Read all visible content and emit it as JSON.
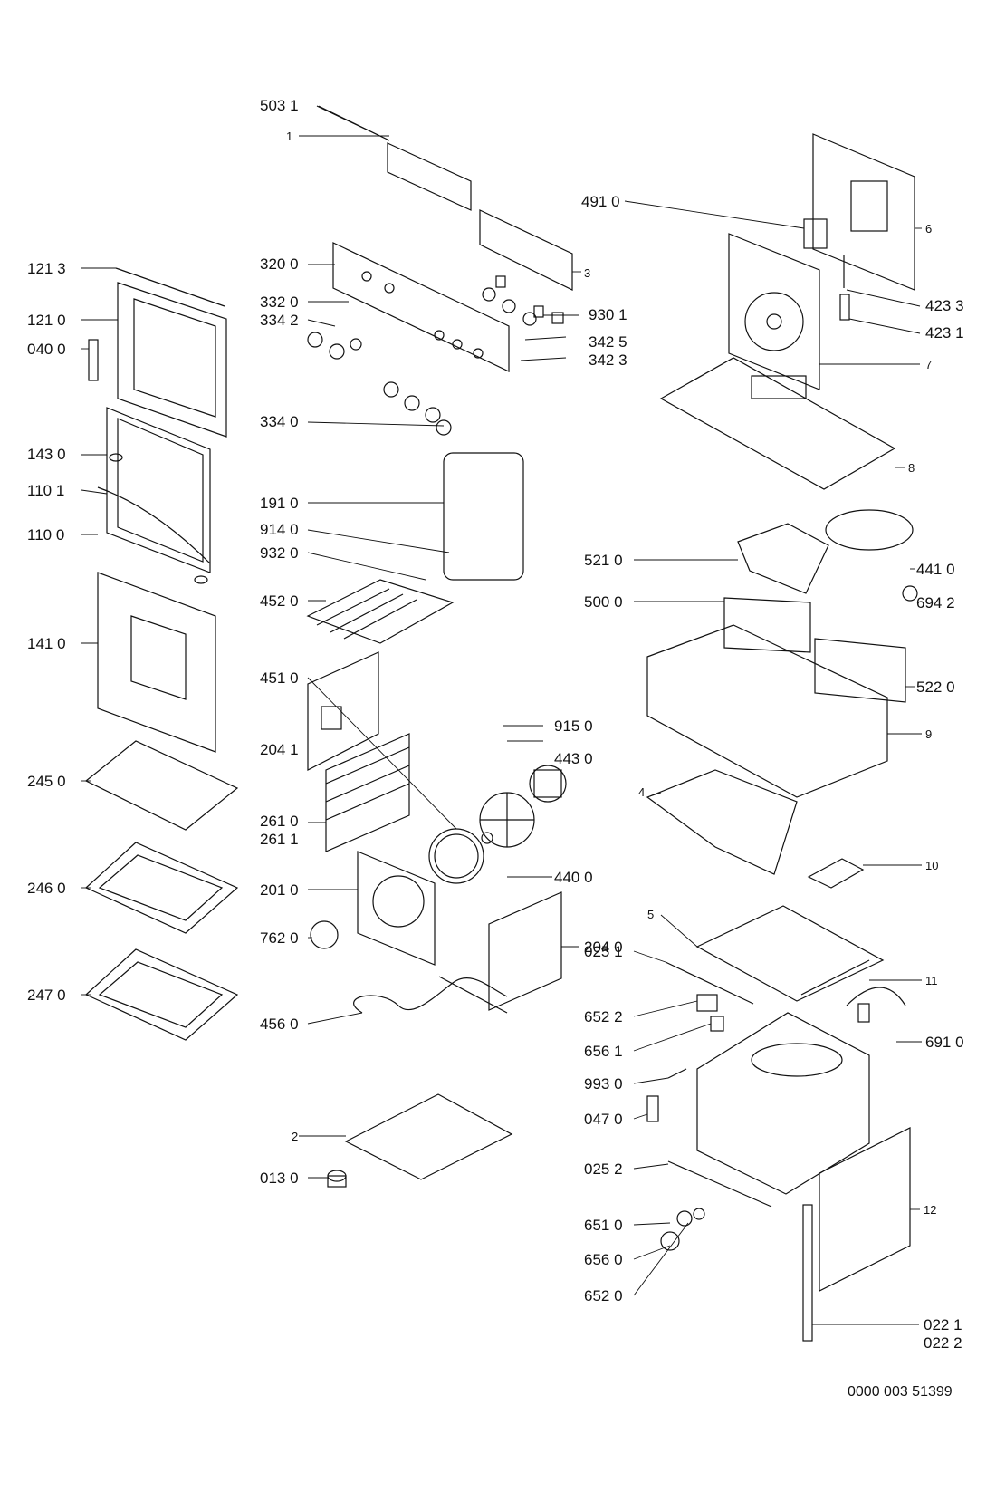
{
  "drawing_code": "0000 003 51399",
  "labels": {
    "l5031": "503 1",
    "l1": "1",
    "l3200": "320 0",
    "l3": "3",
    "l3320": "332 0",
    "l3342": "334 2",
    "l9301": "930 1",
    "l3425": "342 5",
    "l3423": "342 3",
    "l3340": "334 0",
    "l1213": "121 3",
    "l1210": "121 0",
    "l0400": "040 0",
    "l1430": "143 0",
    "l1101": "110 1",
    "l1100": "110 0",
    "l1410": "141 0",
    "l2450": "245 0",
    "l2460": "246 0",
    "l2470": "247 0",
    "l1910": "191 0",
    "l9140": "914 0",
    "l9320": "932 0",
    "l4520": "452 0",
    "l4510": "451 0",
    "l2041": "204 1",
    "l2610": "261 0",
    "l2611": "261 1",
    "l2010": "201 0",
    "l7620": "762 0",
    "l4560": "456 0",
    "l2": "2",
    "l0130": "013 0",
    "l9150": "915 0",
    "l4430": "443 0",
    "l4400": "440 0",
    "l2040": "204 0",
    "l4910": "491 0",
    "l6": "6",
    "l4233": "423 3",
    "l4231": "423 1",
    "l7": "7",
    "l8": "8",
    "l5210": "521 0",
    "l4410": "441 0",
    "l5000": "500 0",
    "l6942": "694 2",
    "l5220": "522 0",
    "l9": "9",
    "l4": "4",
    "l10": "10",
    "l5": "5",
    "l0251": "025 1",
    "l11": "11",
    "l6522": "652 2",
    "l6561": "656 1",
    "l6910": "691 0",
    "l9930": "993 0",
    "l0470": "047 0",
    "l0252": "025 2",
    "l12": "12",
    "l6510": "651 0",
    "l6560": "656 0",
    "l6520": "652 0",
    "l0221": "022 1",
    "l0222": "022 2"
  }
}
